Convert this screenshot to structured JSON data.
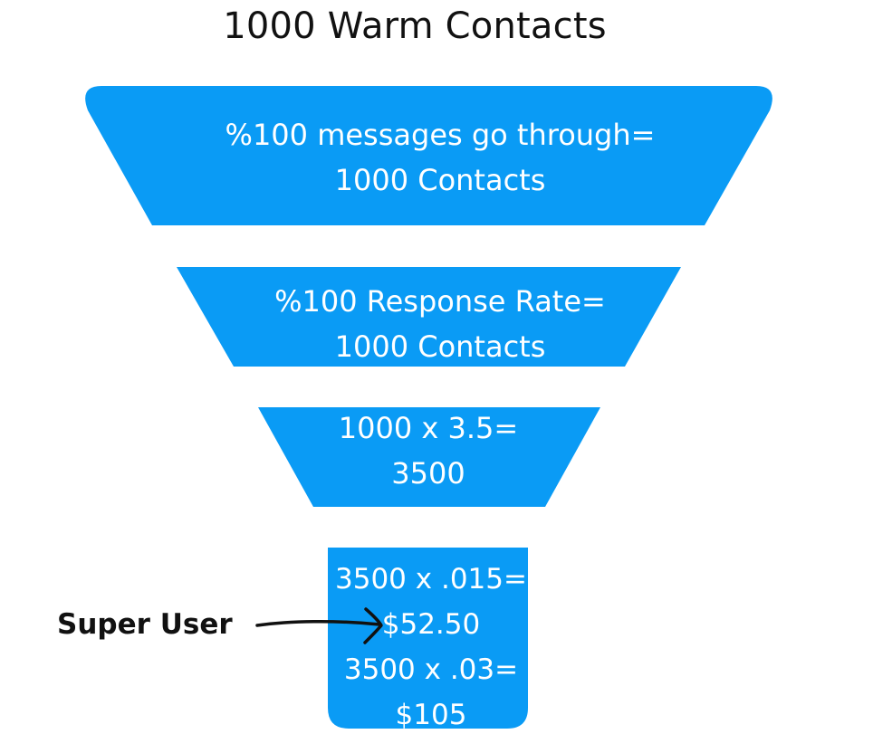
{
  "title": "1000 Warm Contacts",
  "colors": {
    "funnel_fill": "#0a9bf5",
    "text_on_funnel": "#ffffff",
    "title_text": "#111111",
    "arrow": "#111111"
  },
  "stages": [
    {
      "line1": "%100 messages go through=",
      "line2": "1000 Contacts"
    },
    {
      "line1": "%100 Response Rate=",
      "line2": "1000 Contacts"
    },
    {
      "line1": "1000 x 3.5=",
      "line2": "3500"
    },
    {
      "line1": "3500 x .015=",
      "line2": "$52.50",
      "line3": "3500 x .03=",
      "line4": "$105"
    }
  ],
  "annotation": {
    "label": "Super User",
    "icon": "arrow-right-icon"
  }
}
